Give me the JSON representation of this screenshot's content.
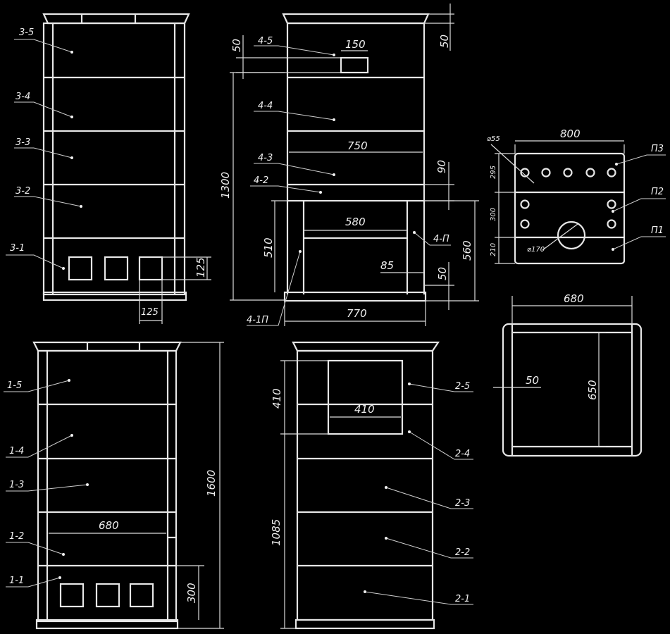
{
  "view3": {
    "labels": [
      "3-5",
      "3-4",
      "3-3",
      "3-2",
      "3-1"
    ],
    "dim_hole": "125",
    "dim_width": "125"
  },
  "view4": {
    "labels": [
      "4-5",
      "4-4",
      "4-3",
      "4-2",
      "4-П",
      "4-1П"
    ],
    "dim_top": "50",
    "dim_left_top": "50",
    "dim_slot": "150",
    "dim_height": "1300",
    "dim_inner": "750",
    "dim_gap": "90",
    "dim_opening": "580",
    "dim_open_h": "510",
    "dim_right_h": "560",
    "dim_leg": "85",
    "dim_base_gap": "50",
    "dim_base_w": "770"
  },
  "plate": {
    "dim_width": "800",
    "dim_hole": "⌀55",
    "dim_pipe": "⌀170",
    "rows": [
      "295",
      "300",
      "210"
    ],
    "labels": [
      "П3",
      "П2",
      "П1"
    ]
  },
  "frame": {
    "dim_width": "680",
    "dim_height": "650",
    "dim_side": "50"
  },
  "view1": {
    "labels": [
      "1-5",
      "1-4",
      "1-3",
      "1-2",
      "1-1"
    ],
    "dim_inner": "680",
    "dim_height": "1600",
    "dim_base": "300"
  },
  "view2": {
    "labels": [
      "2-5",
      "2-4",
      "2-3",
      "2-2",
      "2-1"
    ],
    "dim_box_h": "410",
    "dim_box_w": "410",
    "dim_lower": "1085"
  }
}
